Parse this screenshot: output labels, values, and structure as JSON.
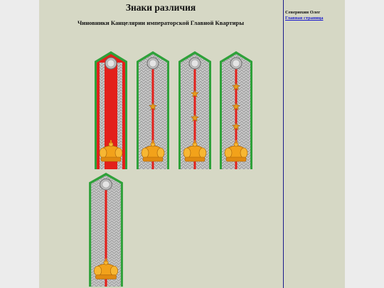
{
  "header": {
    "title": "Знаки различия",
    "subtitle": "Чиновники Канцелярии императорской Главной Квартиры"
  },
  "sidebar": {
    "author": "Северюхин Олег",
    "home_link": "Главная страница"
  },
  "colors": {
    "page_background": "#d6d8c5",
    "outer_background": "#ececec",
    "divider": "#1a1a8c",
    "strap_piping": "#2fa13a",
    "strap_red": "#e3201b",
    "strap_silver": "#c9c9c9",
    "star_gold": "#e89a1a",
    "crown_gold": "#f2a21a"
  },
  "shoulder_boards": [
    {
      "name": "shoulder-board-1",
      "field": "red",
      "stripe": "none",
      "stars": 0,
      "crown": true,
      "button": "crowned"
    },
    {
      "name": "shoulder-board-2",
      "field": "silver",
      "stripe": "single-red",
      "stars": 1,
      "crown": true,
      "button": "crowned"
    },
    {
      "name": "shoulder-board-3",
      "field": "silver",
      "stripe": "single-red",
      "stars": 2,
      "crown": true,
      "button": "crowned"
    },
    {
      "name": "shoulder-board-4",
      "field": "silver",
      "stripe": "single-red",
      "stars": 3,
      "crown": true,
      "button": "crowned"
    },
    {
      "name": "shoulder-board-5",
      "field": "silver",
      "stripe": "single-red",
      "stars": 0,
      "crown": true,
      "button": "crowned"
    }
  ]
}
